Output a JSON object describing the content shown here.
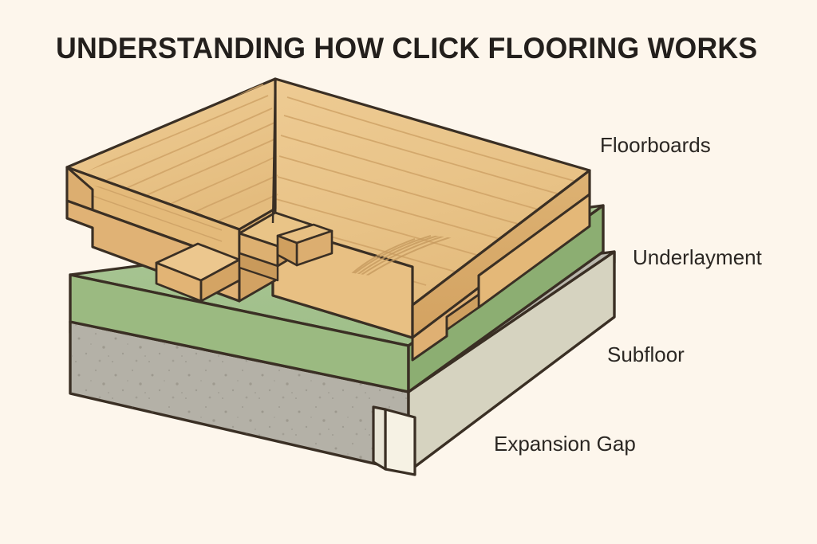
{
  "page": {
    "background_color": "#fdf6ec",
    "title": "UNDERSTANDING HOW CLICK FLOORING WORKS",
    "title_color": "#231f1c"
  },
  "diagram": {
    "type": "isometric-cutaway-cross-section",
    "subject": "click-lock laminate floating floor assembly",
    "outline_color": "#3a2f24",
    "labels": [
      {
        "id": "floorboards",
        "text": "Floorboards",
        "layer_index": 1,
        "color": "#2b2723"
      },
      {
        "id": "underlayment",
        "text": "Underlayment",
        "layer_index": 2,
        "color": "#2b2723"
      },
      {
        "id": "subfloor",
        "text": "Subfloor",
        "layer_index": 3,
        "color": "#2b2723"
      },
      {
        "id": "expansion-gap",
        "text": "Expansion Gap",
        "layer_index": 4,
        "color": "#2b2723"
      }
    ],
    "layers": [
      {
        "name": "Floorboards",
        "material": "wood plank with click tongue-and-groove edge",
        "top_color": "#ecc78e",
        "side_color": "#d8a865",
        "front_color": "#e3b878",
        "grain": "wavy longitudinal grain lines, concentric rings on cut end",
        "count": 2,
        "joint": "click tongue-and-groove locking profile"
      },
      {
        "name": "Underlayment",
        "material": "foam / fibreboard sheet",
        "top_color": "#a8c492",
        "side_color": "#8fae78",
        "front_color": "#9dbb84"
      },
      {
        "name": "Subfloor",
        "material": "concrete slab",
        "top_color": "#b9b6ab",
        "side_color": "#a5a29a",
        "front_color": "#adaaa1",
        "right_color": "#d6d3c0",
        "texture": "fine speckled aggregate"
      },
      {
        "name": "Expansion Gap",
        "material": "void at perimeter",
        "color": "#f4f0e2",
        "position": "front-right corner notch in subfloor"
      }
    ]
  }
}
